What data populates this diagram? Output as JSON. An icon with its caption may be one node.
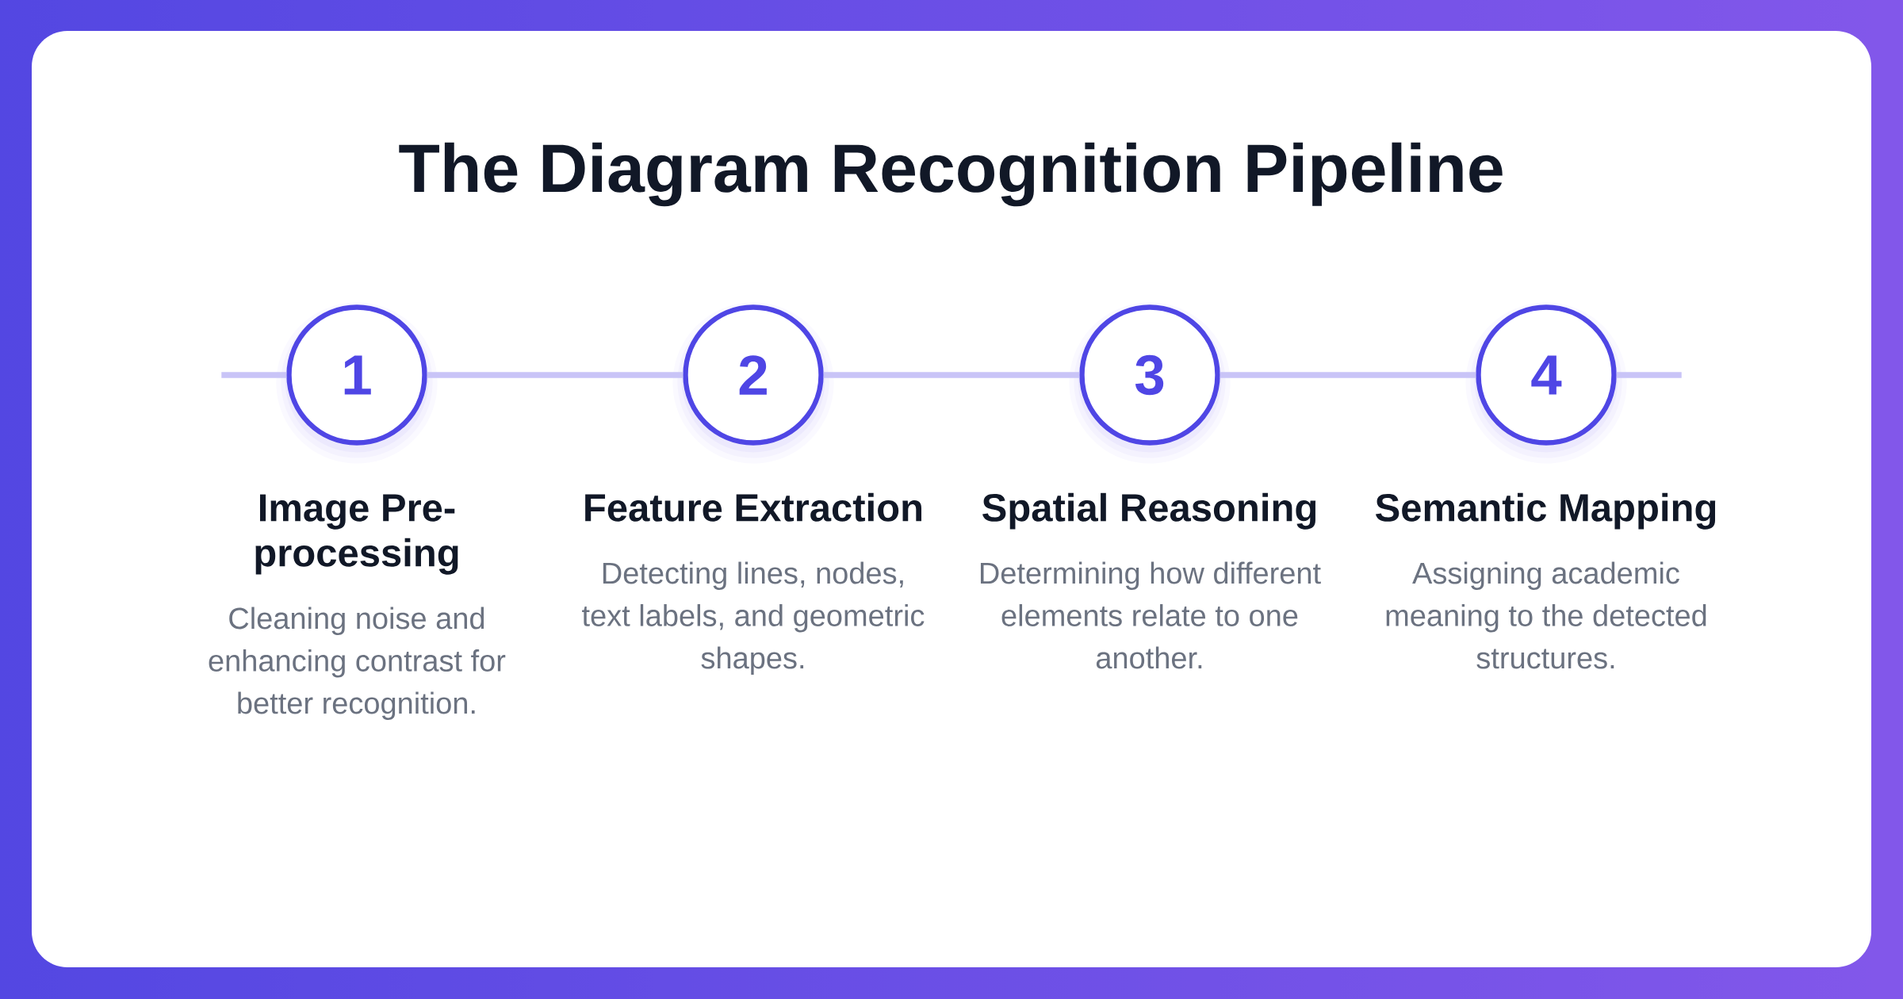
{
  "diagram": {
    "title": "The Diagram Recognition Pipeline",
    "nodes": [
      {
        "text": [
          "1"
        ],
        "beside": [
          "Image Pre-processing",
          "Cleaning noise and enhancing contrast for better recognition."
        ]
      },
      {
        "text": [
          "2"
        ],
        "beside": [
          "Feature Extraction",
          "Detecting lines, nodes, text labels, and geometric shapes."
        ]
      },
      {
        "text": [
          "3"
        ],
        "beside": [
          "Spatial Reasoning",
          "Determining how different elements relate to one another."
        ]
      },
      {
        "text": [
          "4"
        ],
        "beside": [
          "Semantic Mapping",
          "Assigning academic meaning to the detected structures."
        ]
      }
    ],
    "edges": [
      {
        "from": null,
        "to": 0,
        "arrow": "none"
      },
      {
        "from": 0,
        "to": 1,
        "arrow": "none"
      },
      {
        "from": 1,
        "to": 2,
        "arrow": "none"
      },
      {
        "from": 2,
        "to": 3,
        "arrow": "none"
      },
      {
        "from": 3,
        "to": null,
        "arrow": "none"
      }
    ]
  }
}
